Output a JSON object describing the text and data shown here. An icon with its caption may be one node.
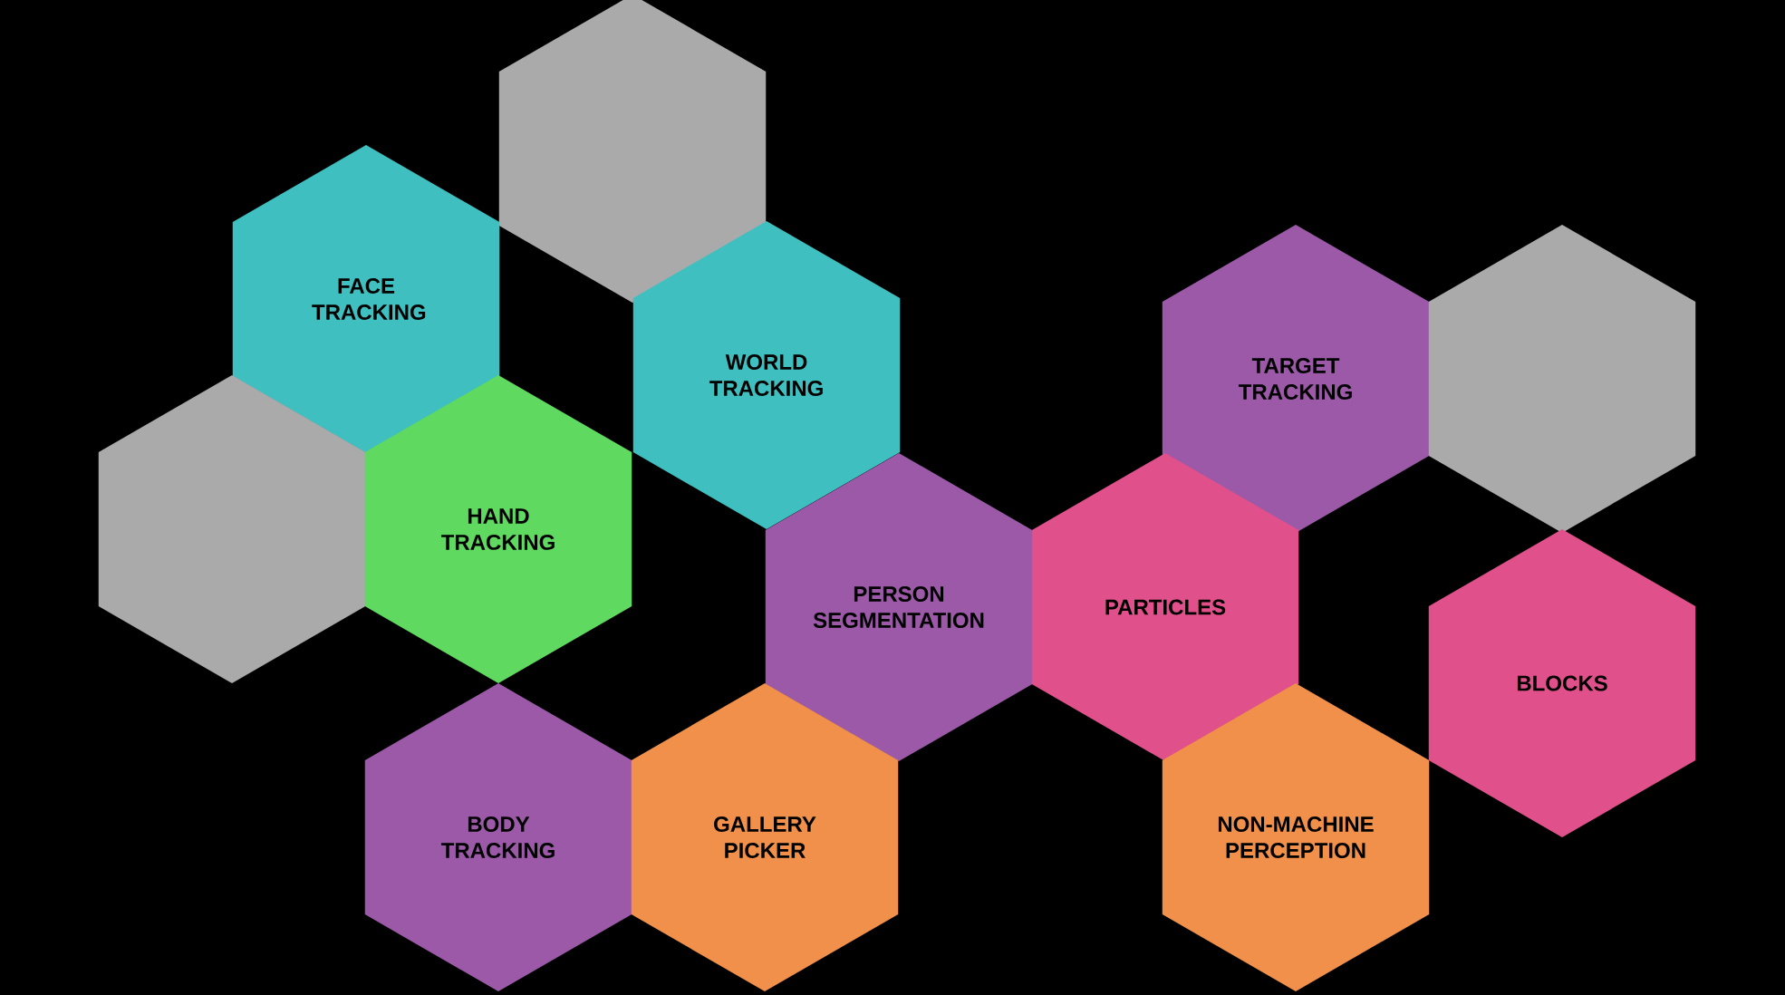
{
  "diagram": {
    "nodes": [
      {
        "text": [],
        "shape": "hexagon"
      },
      {
        "text": [
          "FACE TRACKING"
        ]
      },
      {
        "text": [
          "WORLD TRACKING"
        ]
      },
      {
        "text": [],
        "shape": "hexagon"
      },
      {
        "text": [
          "HAND TRACKING"
        ]
      },
      {
        "text": [
          "TARGET TRACKING"
        ]
      },
      {
        "text": [],
        "shape": "hexagon"
      },
      {
        "text": [
          "PERSON SEGMENTATION"
        ]
      },
      {
        "text": [
          "PARTICLES"
        ]
      },
      {
        "text": [
          "BLOCKS"
        ]
      },
      {
        "text": [
          "BODY TRACKING"
        ]
      },
      {
        "text": [
          "GALLERY PICKER"
        ]
      },
      {
        "text": [
          "NON-MACHINE PERCEPTION"
        ]
      }
    ]
  }
}
